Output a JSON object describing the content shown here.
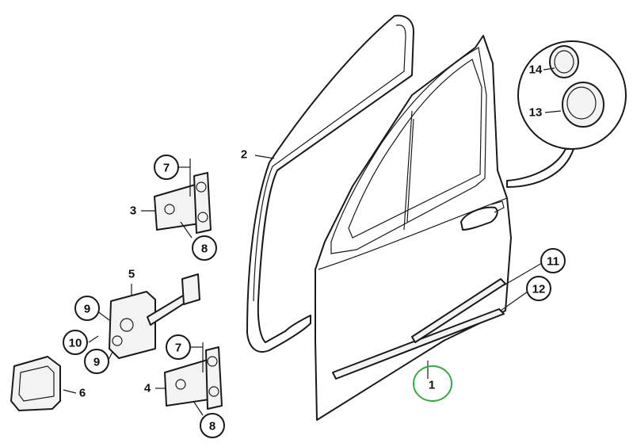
{
  "diagram": {
    "labels": {
      "door": "1",
      "door_seal": "2",
      "upper_hinge": "3",
      "lower_hinge": "4",
      "door_check": "5",
      "grommet": "6",
      "upper_hinge_top_bolt": "7",
      "upper_hinge_bottom_bolt": "8",
      "check_bolt_upper": "9",
      "check_bolt_mid": "10",
      "check_bolt_lower": "9",
      "lower_hinge_top_bolt": "7",
      "lower_hinge_bottom_bolt": "8",
      "molding_upper": "11",
      "molding_lower": "12",
      "plug_small": "14",
      "plug_large": "13"
    },
    "highlight_color": "#39a845"
  }
}
